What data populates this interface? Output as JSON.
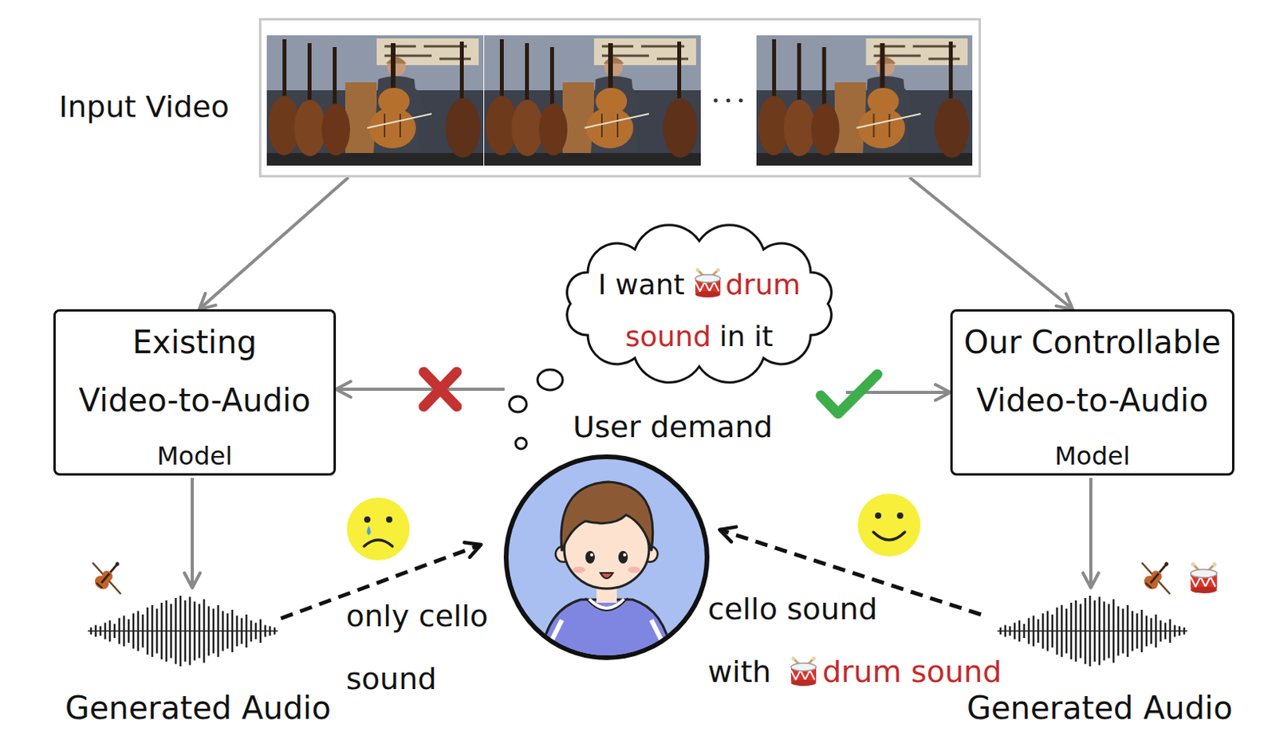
{
  "diagram": {
    "nodes": [
      {
        "text": [
          "Input Video"
        ]
      },
      {
        "text": [
          "Existing Video-to-Audio",
          "Model"
        ]
      },
      {
        "text": [
          "I want",
          "drum sound",
          "in it"
        ]
      },
      {
        "text": [
          "Our Controllable Video-to-Audio",
          "Model"
        ]
      }
    ],
    "edges": [
      {
        "from": 0,
        "to": 1,
        "arrow": "to"
      },
      {
        "from": 0,
        "to": 3,
        "arrow": "to"
      },
      {
        "from": 2,
        "to": 1,
        "arrow": "to"
      },
      {
        "from": 2,
        "to": 3,
        "arrow": "to"
      }
    ],
    "labels": [
      "User demand",
      "only cello sound",
      "cello sound with",
      "drum sound",
      "Generated Audio",
      "Generated Audio"
    ]
  }
}
